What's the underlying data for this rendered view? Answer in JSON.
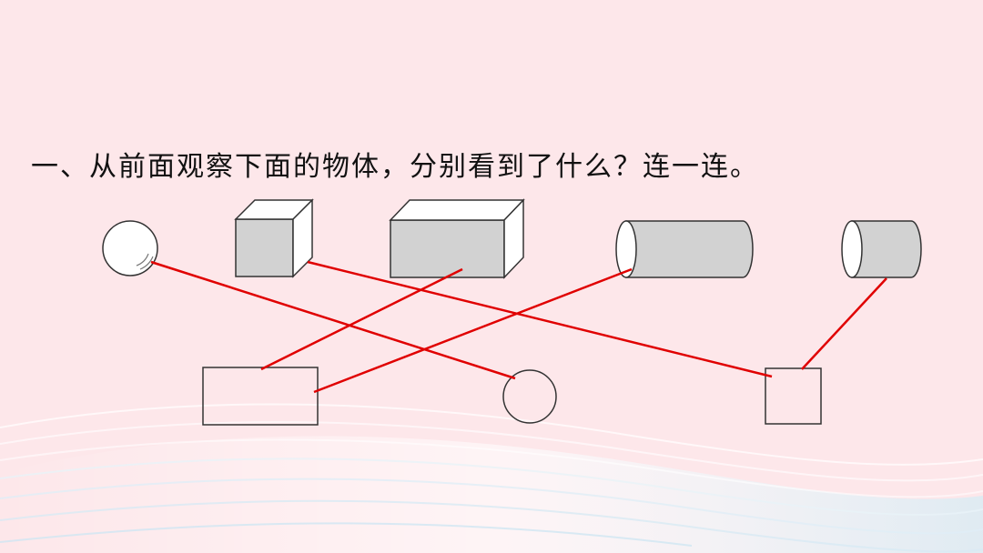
{
  "question": {
    "text": "一、从前面观察下面的物体，分别看到了什么？连一连。"
  },
  "colors": {
    "background": "#fde7ea",
    "shape_fill": "#d2d2d2",
    "shape_stroke": "#333333",
    "link_line": "#e00000"
  },
  "objects": [
    {
      "id": "sphere",
      "icon": "sphere-icon",
      "front_view": "circle"
    },
    {
      "id": "cube",
      "icon": "cube-icon",
      "front_view": "square"
    },
    {
      "id": "cuboid",
      "icon": "cuboid-icon",
      "front_view": "rectangle"
    },
    {
      "id": "long-cylinder",
      "icon": "cylinder-icon",
      "front_view": "rectangle"
    },
    {
      "id": "short-cylinder",
      "icon": "cylinder-icon",
      "front_view": "square"
    }
  ],
  "views": [
    {
      "id": "rectangle",
      "icon": "rectangle-icon"
    },
    {
      "id": "circle",
      "icon": "circle-icon"
    },
    {
      "id": "square",
      "icon": "square-icon"
    }
  ]
}
